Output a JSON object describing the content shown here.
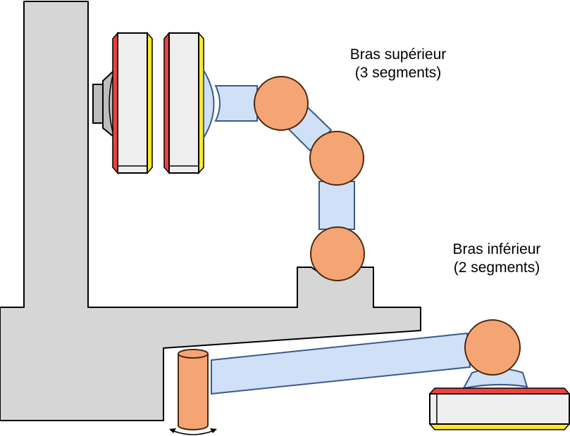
{
  "labels": {
    "upper_arm": {
      "line1": "Bras supérieur",
      "line2": "(3 segments)"
    },
    "lower_arm": {
      "line1": "Bras inférieur",
      "line2": "(2 segments)"
    }
  },
  "colors": {
    "frame_gray": "#d6d6d6",
    "segment_blue": "#cfe0f7",
    "segment_blue_stroke": "#3a5a8c",
    "joint_orange": "#f5a574",
    "plate_light": "#efefef",
    "edge_red": "#f04040",
    "edge_yellow": "#ffe830"
  }
}
